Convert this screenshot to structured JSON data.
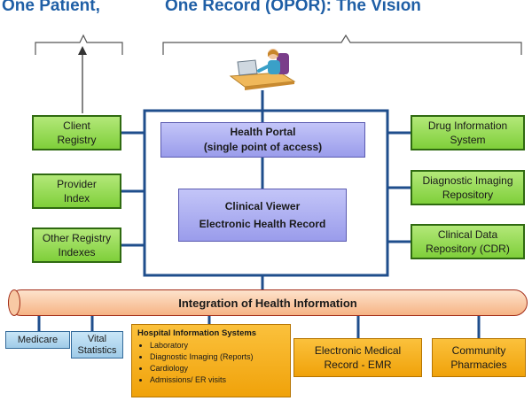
{
  "title": {
    "left": "One Patient,",
    "right": "One Record (OPOR): The Vision"
  },
  "left_column": [
    {
      "line1": "Client",
      "line2": "Registry"
    },
    {
      "line1": "Provider",
      "line2": "Index"
    },
    {
      "line1": "Other Registry",
      "line2": "Indexes"
    }
  ],
  "right_column": [
    {
      "line1": "Drug Information",
      "line2": "System"
    },
    {
      "line1": "Diagnostic Imaging",
      "line2": "Repository"
    },
    {
      "line1": "Clinical Data",
      "line2": "Repository  (CDR)"
    }
  ],
  "health_portal": {
    "line1": "Health Portal",
    "line2": "(single point of access)"
  },
  "clinical_viewer": {
    "line1": "Clinical Viewer",
    "line2": "Electronic Health Record"
  },
  "integration": "Integration of Health Information",
  "bottom": {
    "medicare": "Medicare",
    "vital": {
      "line1": "Vital",
      "line2": "Statistics"
    },
    "his": {
      "title": "Hospital Information Systems",
      "items": [
        "Laboratory",
        "Diagnostic Imaging (Reports)",
        "Cardiology",
        "Admissions/ ER visits"
      ]
    },
    "emr": {
      "line1": "Electronic Medical",
      "line2": "Record  -  EMR"
    },
    "pharmacies": {
      "line1": "Community",
      "line2": "Pharmacies"
    }
  },
  "colors": {
    "title_blue": "#1f5fa6",
    "connector_blue": "#1f4e8c",
    "green_fill": "#8fd64a",
    "purple_fill": "#a9aaf0",
    "orange_fill": "#f5ad1a",
    "pipe_fill": "#f8c9a4"
  }
}
